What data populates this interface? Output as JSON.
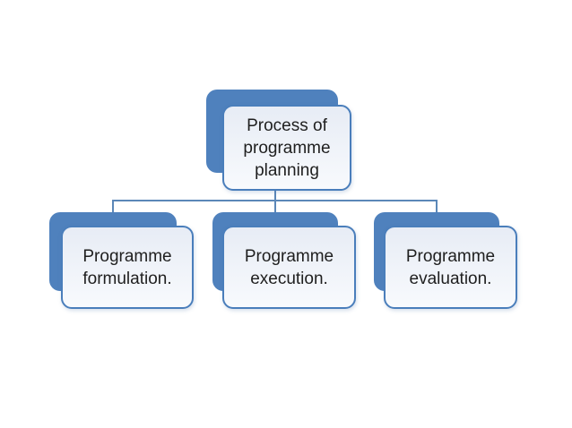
{
  "theme": {
    "background": "#ffffff",
    "accent": "#4f81bd",
    "accent_border": "#4a7ebb",
    "connector": "#5b87b8",
    "fill_top": "#e7ecf5",
    "fill_bottom": "#f8fafd",
    "text": "#1f1f1f"
  },
  "nodes": {
    "root": {
      "label": "Process of programme planning",
      "lines": [
        "Process of",
        "programme",
        "planning"
      ]
    },
    "children": [
      {
        "label": "Programme formulation.",
        "lines": [
          "Programme",
          "formulation."
        ]
      },
      {
        "label": "Programme execution.",
        "lines": [
          "Programme",
          "execution."
        ]
      },
      {
        "label": "Programme evaluation.",
        "lines": [
          "Programme",
          "evaluation."
        ]
      }
    ]
  }
}
